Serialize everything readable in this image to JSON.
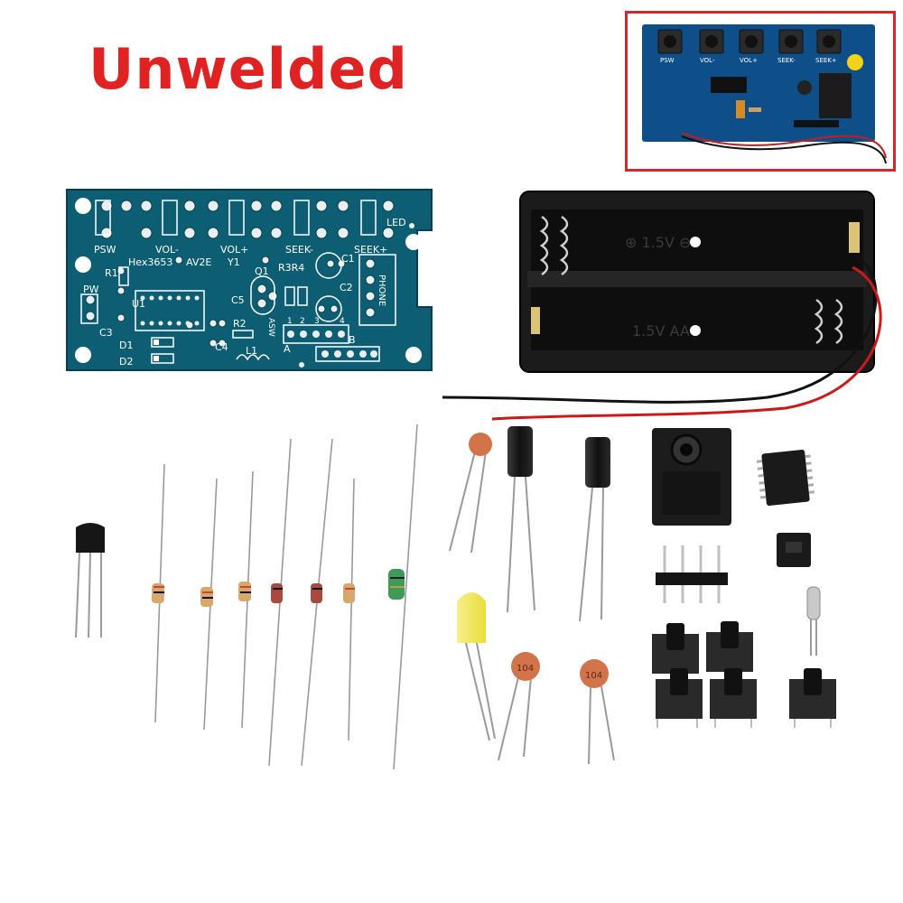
{
  "title": "Unwelded",
  "colors": {
    "title": "#e02222",
    "inset_border": "#d8262a",
    "pcb": "#0d5e73",
    "silkscreen": "#ffffff"
  },
  "pcb": {
    "labels": {
      "psw": "PSW",
      "vol_minus": "VOL-",
      "vol_plus": "VOL+",
      "seek_minus": "SEEK-",
      "seek_plus": "SEEK+",
      "led": "LED",
      "chip": "Hex3653",
      "av2e": "AV2E",
      "y1": "Y1",
      "r1": "R1",
      "r2": "R2",
      "r3r4": "R3R4",
      "q1": "Q1",
      "c1": "C1",
      "c2": "C2",
      "c3": "C3",
      "c4": "C4",
      "c5": "C5",
      "u1": "U1",
      "pw": "PW",
      "d1": "D1",
      "d2": "D2",
      "l1": "L1",
      "phone": "PHONE",
      "asw": "ASW",
      "a": "A",
      "b": "B",
      "pin1": "1",
      "pin2": "2",
      "pin3": "3",
      "pin4": "4"
    }
  },
  "battery_holder": {
    "marking": "1.5V AA"
  },
  "capacitors": {
    "ceramic_marking": "104"
  }
}
